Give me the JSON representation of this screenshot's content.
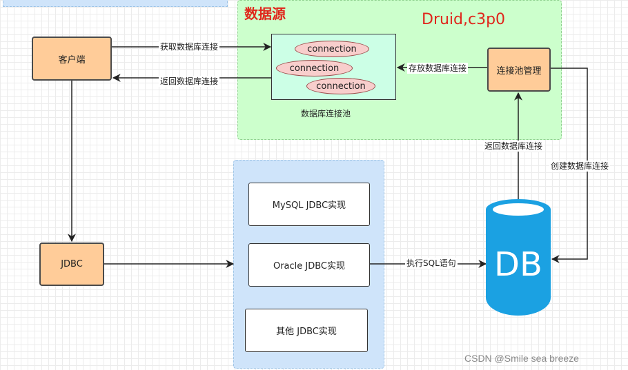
{
  "datasource": {
    "title": "数据源",
    "impls": "Druid,c3p0"
  },
  "client": {
    "label": "客户端"
  },
  "jdbc": {
    "label": "JDBC"
  },
  "pool": {
    "caption": "数据库连接池",
    "connections": [
      "connection",
      "connection",
      "connection"
    ]
  },
  "manager": {
    "label": "连接池管理"
  },
  "drivers": [
    "MySQL JDBC实现",
    "Oracle JDBC实现",
    "其他 JDBC实现"
  ],
  "database": {
    "label": "DB"
  },
  "edges": {
    "get_conn": "获取数据库连接",
    "return_conn_client": "返回数据库连接",
    "store_conn": "存放数据库连接",
    "return_conn_db": "返回数据库连接",
    "create_conn": "创建数据库连接",
    "exec_sql": "执行SQL语句"
  },
  "watermark": "CSDN @Smile sea breeze",
  "colors": {
    "node_fill": "#ffcc99",
    "datasource_fill": "#ccffcc",
    "datasource_title": "#e0261b",
    "pool_fill": "#ccffe6",
    "connection_fill": "#f8cecc",
    "driver_group_fill": "#cfe4fa",
    "db_fill": "#1ba1e2"
  }
}
